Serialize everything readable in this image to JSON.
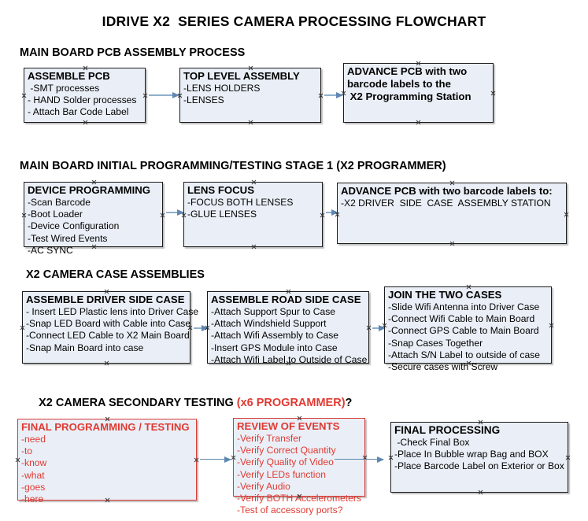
{
  "title": "IDRIVE X2  SERIES CAMERA PROCESSING FLOWCHART",
  "sections": [
    {
      "heading": "MAIN BOARD PCB ASSEMBLY PROCESS"
    },
    {
      "heading": "MAIN BOARD INITIAL PROGRAMMING/TESTING STAGE 1 (X2 PROGRAMMER)"
    },
    {
      "heading": "X2 CAMERA CASE ASSEMBLIES"
    },
    {
      "heading_black": "X2 CAMERA SECONDARY TESTING ",
      "heading_red": "(x6 PROGRAMMER)",
      "heading_tail": "?"
    }
  ],
  "boxes": {
    "assemble_pcb": {
      "title": "ASSEMBLE PCB",
      "lines": [
        " -SMT processes",
        "- HAND Solder processes",
        "- Attach Bar Code Label"
      ]
    },
    "top_level_assembly": {
      "title": "TOP LEVEL ASSEMBLY",
      "lines": [
        "-LENS HOLDERS",
        "-LENSES"
      ]
    },
    "advance_pcb_programming": {
      "title": "ADVANCE PCB with two",
      "lines": [
        "barcode labels to the",
        " X2 Programming Station"
      ]
    },
    "device_programming": {
      "title": "DEVICE PROGRAMMING",
      "lines": [
        "-Scan Barcode",
        "-Boot Loader",
        "-Device Configuration",
        "-Test Wired Events",
        "-AC SYNC"
      ]
    },
    "lens_focus": {
      "title": "LENS FOCUS",
      "lines": [
        "-FOCUS BOTH LENSES",
        "-GLUE LENSES"
      ]
    },
    "advance_pcb_case": {
      "title": "ADVANCE PCB with two barcode labels to:",
      "lines": [
        "-X2 DRIVER  SIDE  CASE  ASSEMBLY STATION"
      ]
    },
    "assemble_driver_side": {
      "title": "ASSEMBLE DRIVER SIDE CASE",
      "lines": [
        "- Insert LED Plastic lens into Driver Case",
        "-Snap LED Board with Cable into Case",
        "-Connect LED Cable to X2 Main Board",
        "-Snap Main Board into case"
      ]
    },
    "assemble_road_side": {
      "title": "ASSEMBLE ROAD SIDE CASE",
      "lines": [
        "-Attach Support Spur to Case",
        "-Attach Windshield Support",
        "-Attach Wifi Assembly to Case",
        "-Insert GPS Module into Case",
        "-Attach Wifi Label to Outside of Case"
      ]
    },
    "join_two_cases": {
      "title": "JOIN THE TWO CASES",
      "lines": [
        "-Slide Wifi Antenna into Driver Case",
        "-Connect Wifi Cable to Main Board",
        "-Connect GPS Cable to Main Board",
        "-Snap Cases Together",
        "-Attach S/N Label to outside of case",
        "-Secure cases with Screw"
      ]
    },
    "final_programming": {
      "title": "FINAL PROGRAMMING / TESTING",
      "lines": [
        "-need",
        "-to",
        "-know",
        "-what",
        "-goes",
        "-here"
      ]
    },
    "review_of_events": {
      "title": "REVIEW OF EVENTS",
      "lines": [
        "-Verify Transfer",
        "-Verify Correct Quantity",
        "-Verify Quality of Video",
        "-Verify LEDs function",
        "-Verify Audio",
        "-Verify BOTH Accelerometers"
      ],
      "overflow_line": "-Test of accessory ports?"
    },
    "final_processing": {
      "title": "FINAL PROCESSING",
      "lines": [
        " -Check Final Box",
        "-Place In Bubble wrap Bag and BOX",
        "-Place Barcode Label on Exterior or Box"
      ]
    }
  },
  "colors": {
    "box_fill": "#eaeff7",
    "box_border": "#1a1a1a",
    "red": "#e03a32",
    "connector": "#8fb0cc"
  }
}
